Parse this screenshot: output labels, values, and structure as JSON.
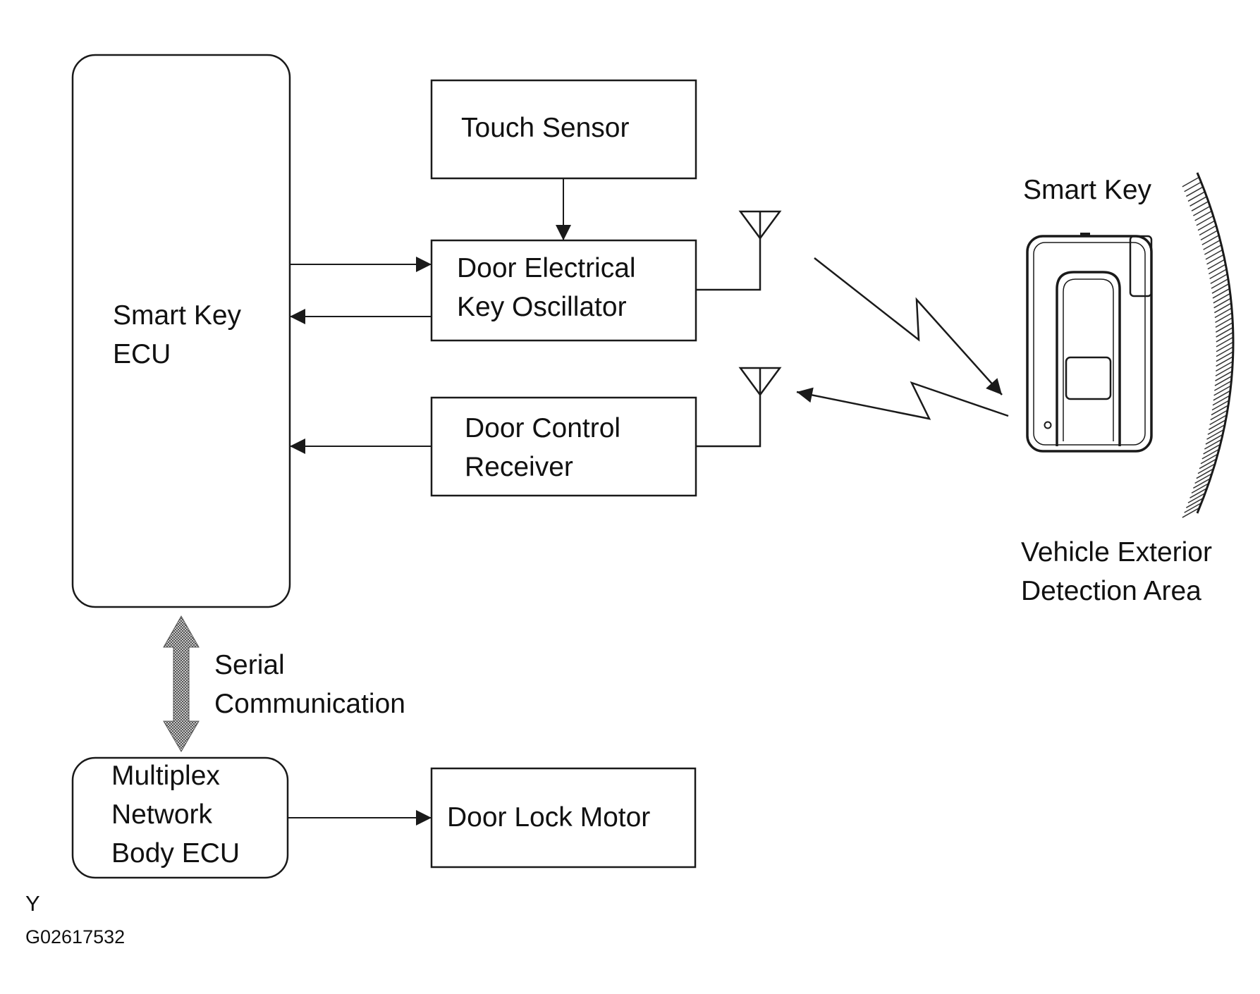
{
  "colors": {
    "stroke": "#1a1a1a",
    "background": "#ffffff",
    "hatch": "#333333",
    "serial_arrow": "#8a8a8a"
  },
  "blocks": {
    "smart_key_ecu": {
      "line1": "Smart Key",
      "line2": "ECU"
    },
    "touch_sensor": {
      "label": "Touch Sensor"
    },
    "door_electrical_key_oscillator": {
      "line1": "Door Electrical",
      "line2": "Key Oscillator"
    },
    "door_control_receiver": {
      "line1": "Door Control",
      "line2": "Receiver"
    },
    "multiplex_network_body_ecu": {
      "line1": "Multiplex",
      "line2": "Network",
      "line3": "Body ECU"
    },
    "door_lock_motor": {
      "label": "Door Lock Motor"
    }
  },
  "smart_key": {
    "label": "Smart Key"
  },
  "detection_area": {
    "line1": "Vehicle Exterior",
    "line2": "Detection Area"
  },
  "serial_link": {
    "line1": "Serial",
    "line2": "Communication"
  },
  "footer": {
    "letter": "Y",
    "code": "G02617532"
  }
}
